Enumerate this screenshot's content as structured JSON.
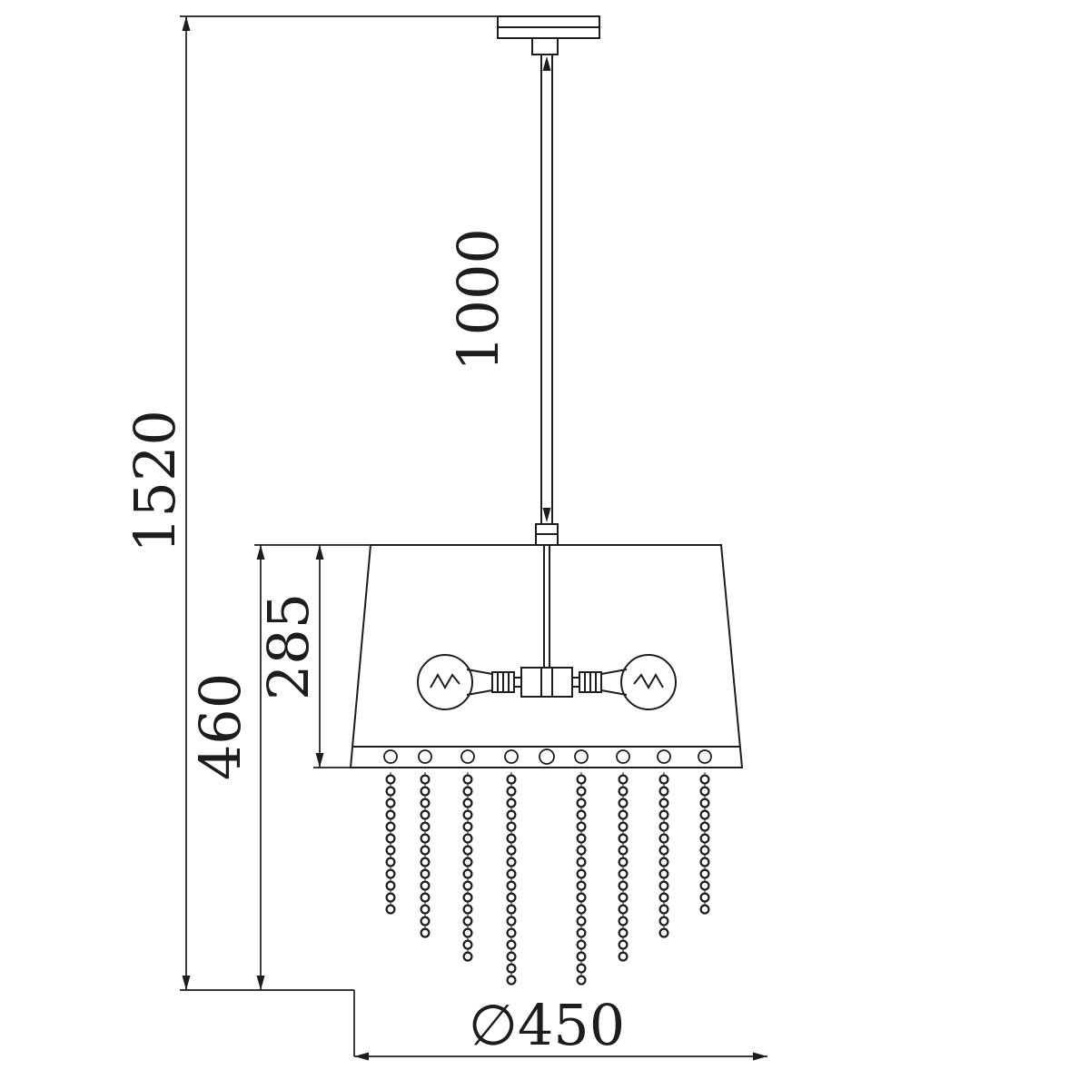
{
  "drawing": {
    "dimensions": {
      "overall_height": "1520",
      "rod_length": "1000",
      "lower_section_height": "460",
      "shade_height": "285",
      "shade_diameter": "∅450"
    },
    "colors": {
      "line": "#1d1d1d",
      "background": "#ffffff"
    }
  }
}
